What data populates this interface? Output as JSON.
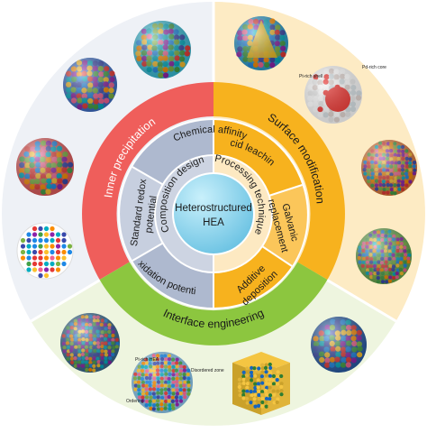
{
  "center": {
    "line1": "Heterostructured",
    "line2": "HEA"
  },
  "inner_ring": {
    "left": "Composition design",
    "right": "Processing technique"
  },
  "middle_ring": {
    "chemical_affinity": "Chemical affinity",
    "redox_line1": "Standard redox",
    "redox_line2": "potential",
    "oxidation_potential": "Oxidation potential",
    "acid_leaching": "Acid leaching",
    "galvanic_line1": "Galvanic",
    "galvanic_line2": "replacement",
    "additive_line1": "Additive",
    "additive_line2": "deposition"
  },
  "outer_band": {
    "inner_precipitation": "Inner precipitation",
    "surface_modification": "Surface modification",
    "interface_engineering": "Interface engineering"
  },
  "image_labels": {
    "pt_rich_shell": "Pt-rich shell",
    "pd_rich_core": "Pd-rich core",
    "pt_rich_hea": "Pt-rich HEA",
    "disordered_zone": "Disordered zone",
    "ordering": "Ordering"
  },
  "colors": {
    "inner_precipitation": "#ef5e5b",
    "surface_modification": "#f7b21e",
    "interface_engineering": "#8cc63f",
    "left_bg": "#eef1f6",
    "right_bg": "#fdebc4",
    "bottom_bg": "#eef5df",
    "center": "#8fd3ea"
  }
}
